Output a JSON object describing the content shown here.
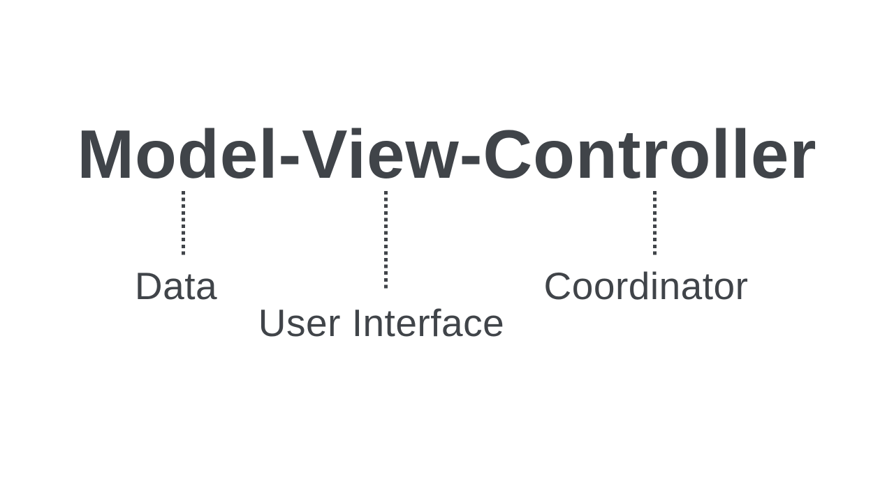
{
  "slide": {
    "title": "Model-View-Controller",
    "annotations": [
      {
        "term": "Model",
        "label": "Data"
      },
      {
        "term": "View",
        "label": "User Interface"
      },
      {
        "term": "Controller",
        "label": "Coordinator"
      }
    ],
    "colors": {
      "background": "#ffffff",
      "text": "#404449",
      "connector_dots": "#404449"
    }
  }
}
